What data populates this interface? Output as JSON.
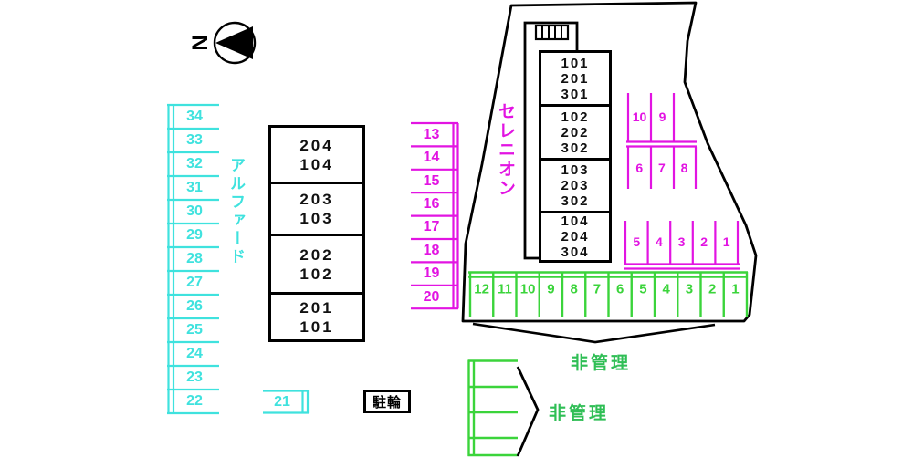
{
  "colors": {
    "cyan": "#3FE2DE",
    "magenta": "#E214E2",
    "green": "#3BD43B",
    "green_text": "#2FBE55",
    "black": "#000000"
  },
  "compass": {
    "letter": "N"
  },
  "left_lot": {
    "label": "アルファード",
    "numbers": [
      "34",
      "33",
      "32",
      "31",
      "30",
      "29",
      "28",
      "27",
      "26",
      "25",
      "24",
      "23",
      "22"
    ]
  },
  "space21": {
    "number": "21"
  },
  "mid_building": {
    "cells": [
      [
        "204",
        "104"
      ],
      [
        "203",
        "103"
      ],
      [
        "202",
        "102"
      ],
      [
        "201",
        "101"
      ]
    ]
  },
  "pink_column": {
    "numbers": [
      "13",
      "14",
      "15",
      "16",
      "17",
      "18",
      "19",
      "20"
    ]
  },
  "site": {
    "building_name": "セレニオン",
    "building_cells": [
      [
        "101",
        "201",
        "301"
      ],
      [
        "102",
        "202",
        "302"
      ],
      [
        "103",
        "203",
        "302"
      ],
      [
        "104",
        "204",
        "304"
      ]
    ],
    "pink_upper_row": [
      "10",
      "9"
    ],
    "pink_middle_row": [
      "6",
      "7",
      "8"
    ],
    "pink_bottom_row": [
      "5",
      "4",
      "3",
      "2",
      "1"
    ],
    "green_row": [
      "12",
      "11",
      "10",
      "9",
      "8",
      "7",
      "6",
      "5",
      "4",
      "3",
      "2",
      "1"
    ]
  },
  "labels": {
    "unmanaged_right": "非管理",
    "unmanaged_bottom": "非管理",
    "bicycle_parking": "駐輪"
  }
}
